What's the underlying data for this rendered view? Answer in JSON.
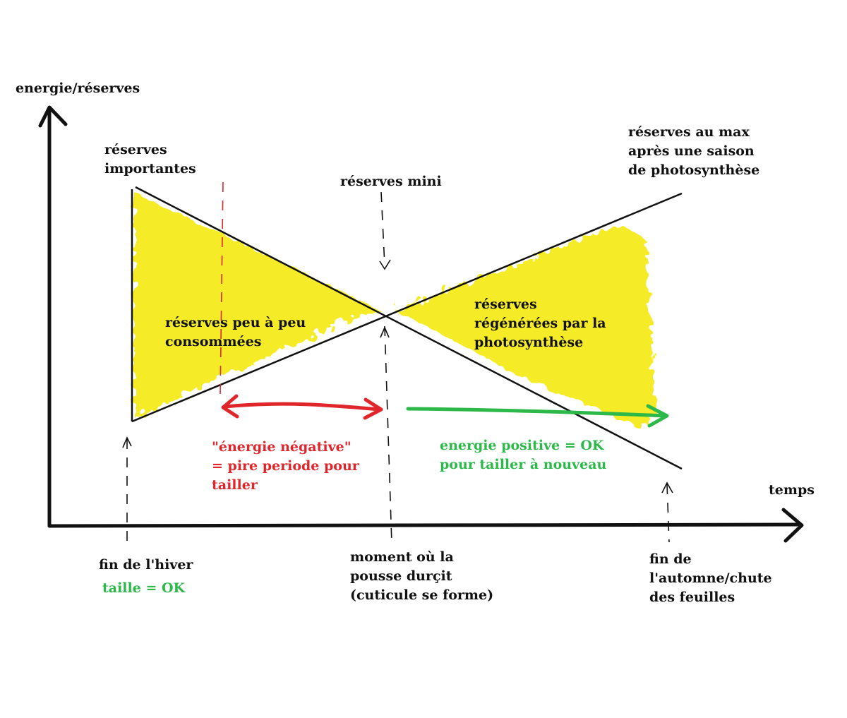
{
  "axes": {
    "y_label": "energie/réserves",
    "x_label": "temps"
  },
  "labels": {
    "reserves_importantes": [
      "réserves",
      "importantes"
    ],
    "reserves_mini": "réserves mini",
    "reserves_max": [
      "réserves au max",
      "après une saison",
      "de photosynthèse"
    ],
    "reserves_consommees": [
      "réserves peu à peu",
      "consommées"
    ],
    "reserves_regenerees": [
      "réserves",
      "régénérées par la",
      "photosynthèse"
    ],
    "energie_negative": [
      "\"énergie négative\"",
      "= pire periode pour",
      "tailler"
    ],
    "energie_positive": [
      "energie positive = OK",
      "pour tailler à nouveau"
    ],
    "fin_hiver": "fin de l'hiver",
    "taille_ok": "taille = OK",
    "moment_pousse": [
      "moment où la",
      "pousse durçit",
      "(cuticule se forme)"
    ],
    "fin_automne": [
      "fin de",
      "l'automne/chute",
      "des feuilles"
    ]
  },
  "colors": {
    "fill": "#f5ec1a",
    "line": "#111111",
    "negative": "#e0252b",
    "positive": "#2db84a"
  }
}
